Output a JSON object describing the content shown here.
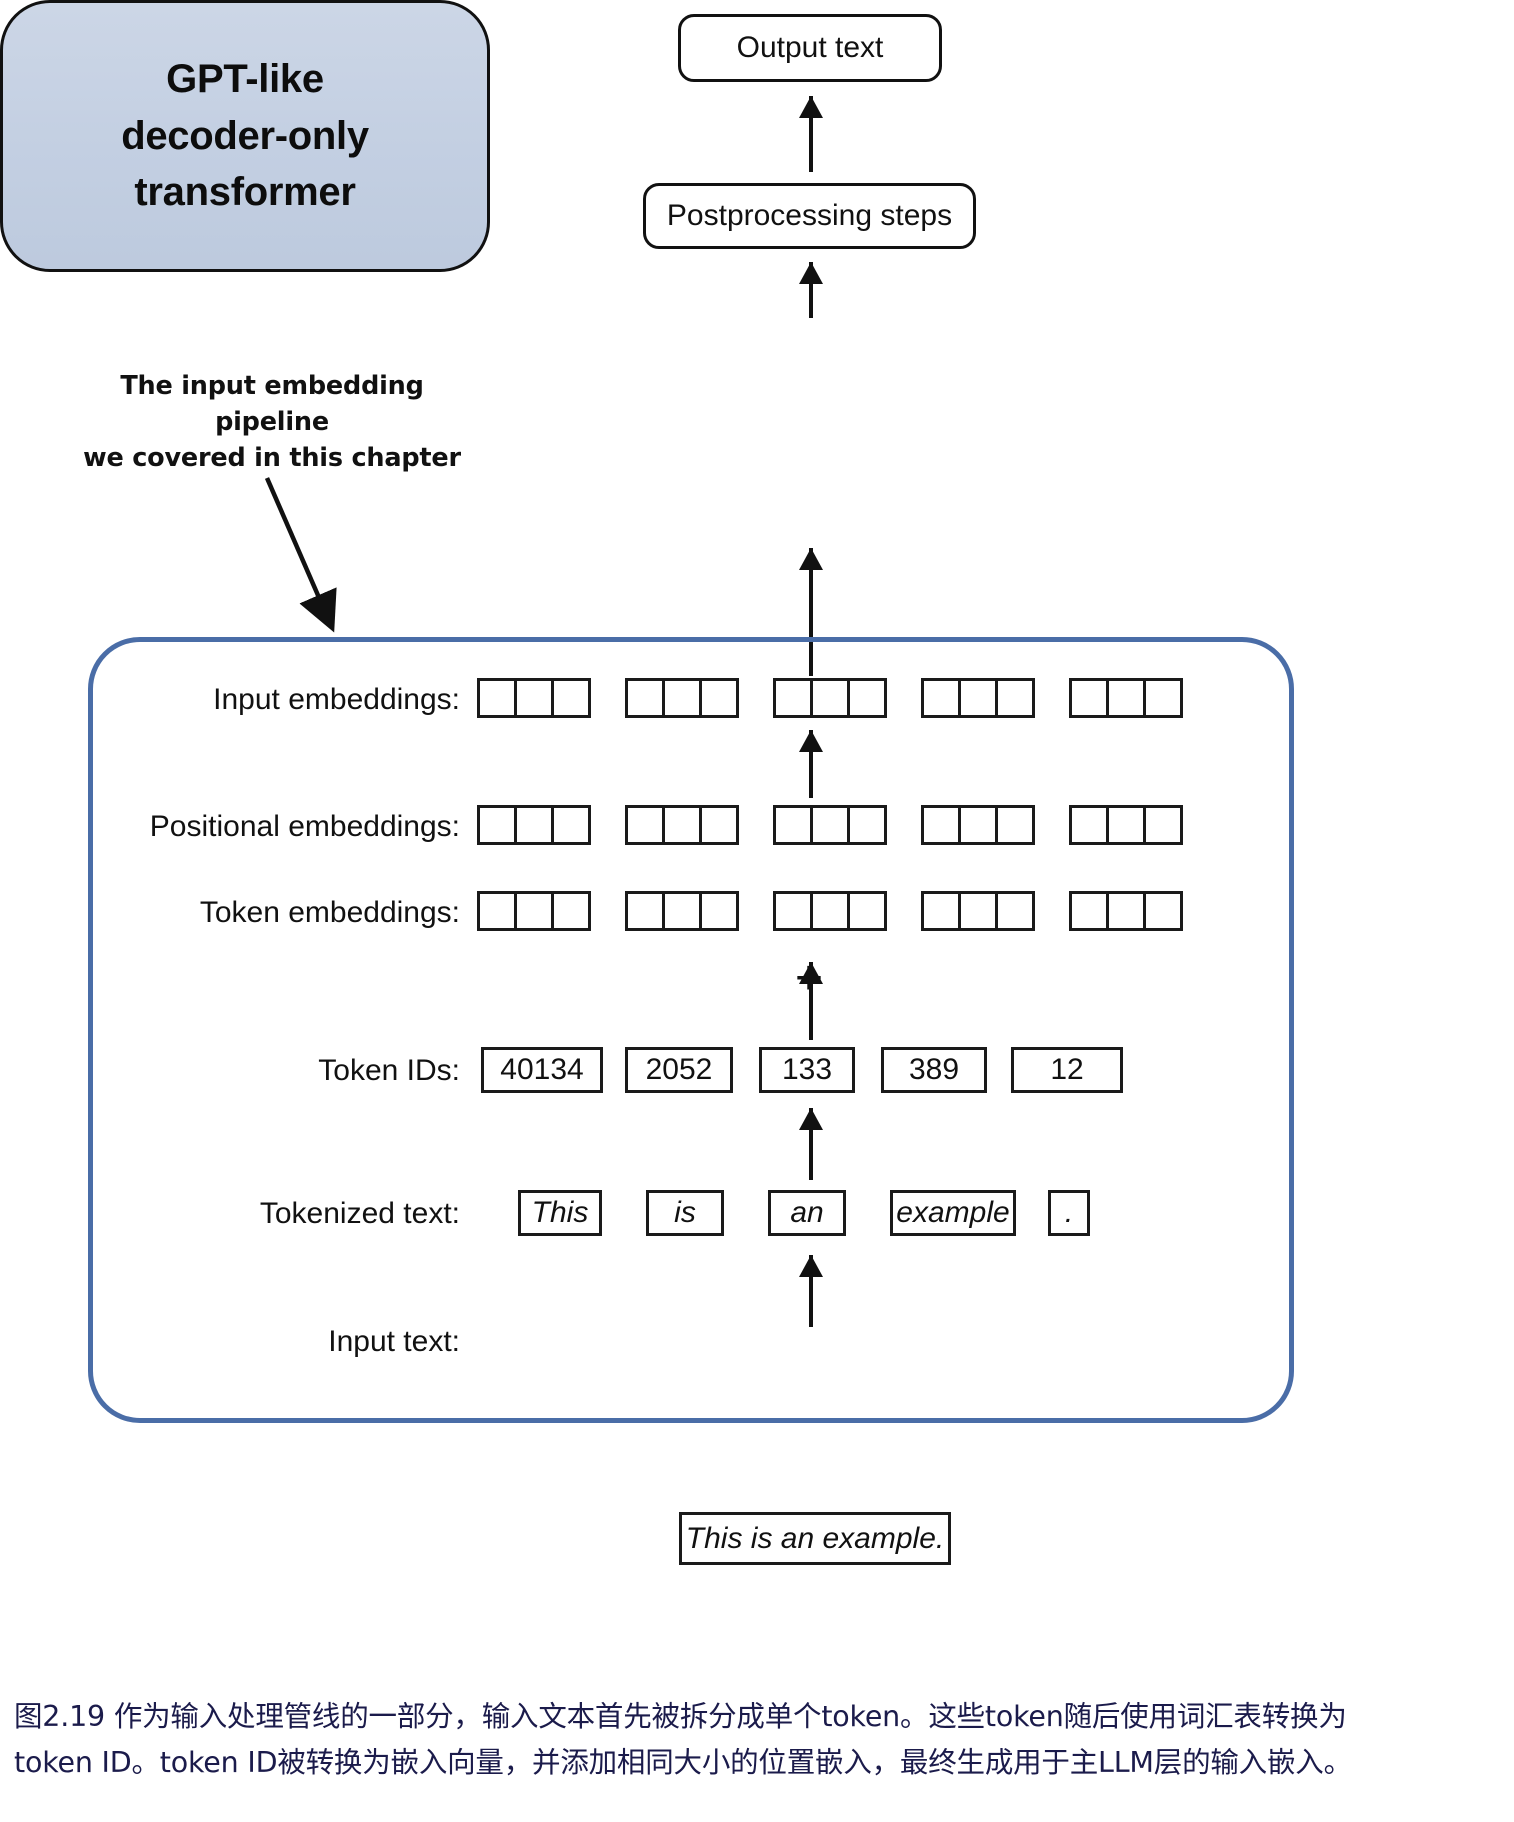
{
  "flow": {
    "output_text": "Output text",
    "postprocessing": "Postprocessing steps",
    "transformer_line1": "GPT-like",
    "transformer_line2": "decoder-only",
    "transformer_line3": "transformer"
  },
  "annotation": {
    "line1": "The input embedding pipeline",
    "line2": "we covered in this chapter"
  },
  "rows": {
    "input_embeddings_label": "Input embeddings:",
    "positional_embeddings_label": "Positional embeddings:",
    "token_embeddings_label": "Token embeddings:",
    "token_ids_label": "Token IDs:",
    "tokenized_text_label": "Tokenized text:",
    "input_text_label": "Input text:",
    "plus_symbol": "+"
  },
  "values": {
    "token_ids": [
      "40134",
      "2052",
      "133",
      "389",
      "12"
    ],
    "tokens": [
      "This",
      "is",
      "an",
      "example",
      "."
    ],
    "input_text": "This is an example.",
    "embedding_groups": 5,
    "embedding_cells_per_group": 3
  },
  "caption": {
    "line1": "图2.19 作为输入处理管线的一部分，输入文本首先被拆分成单个token。这些token随后使用词汇表转换为",
    "line2": "token ID。token ID被转换为嵌入向量，并添加相同大小的位置嵌入，最终生成用于主LLM层的输入嵌入。"
  },
  "colors": {
    "transformer_fill": "#c6d1e3",
    "container_border": "#4a6da7",
    "stroke": "#111111",
    "caption_text": "#1b1b4b"
  }
}
